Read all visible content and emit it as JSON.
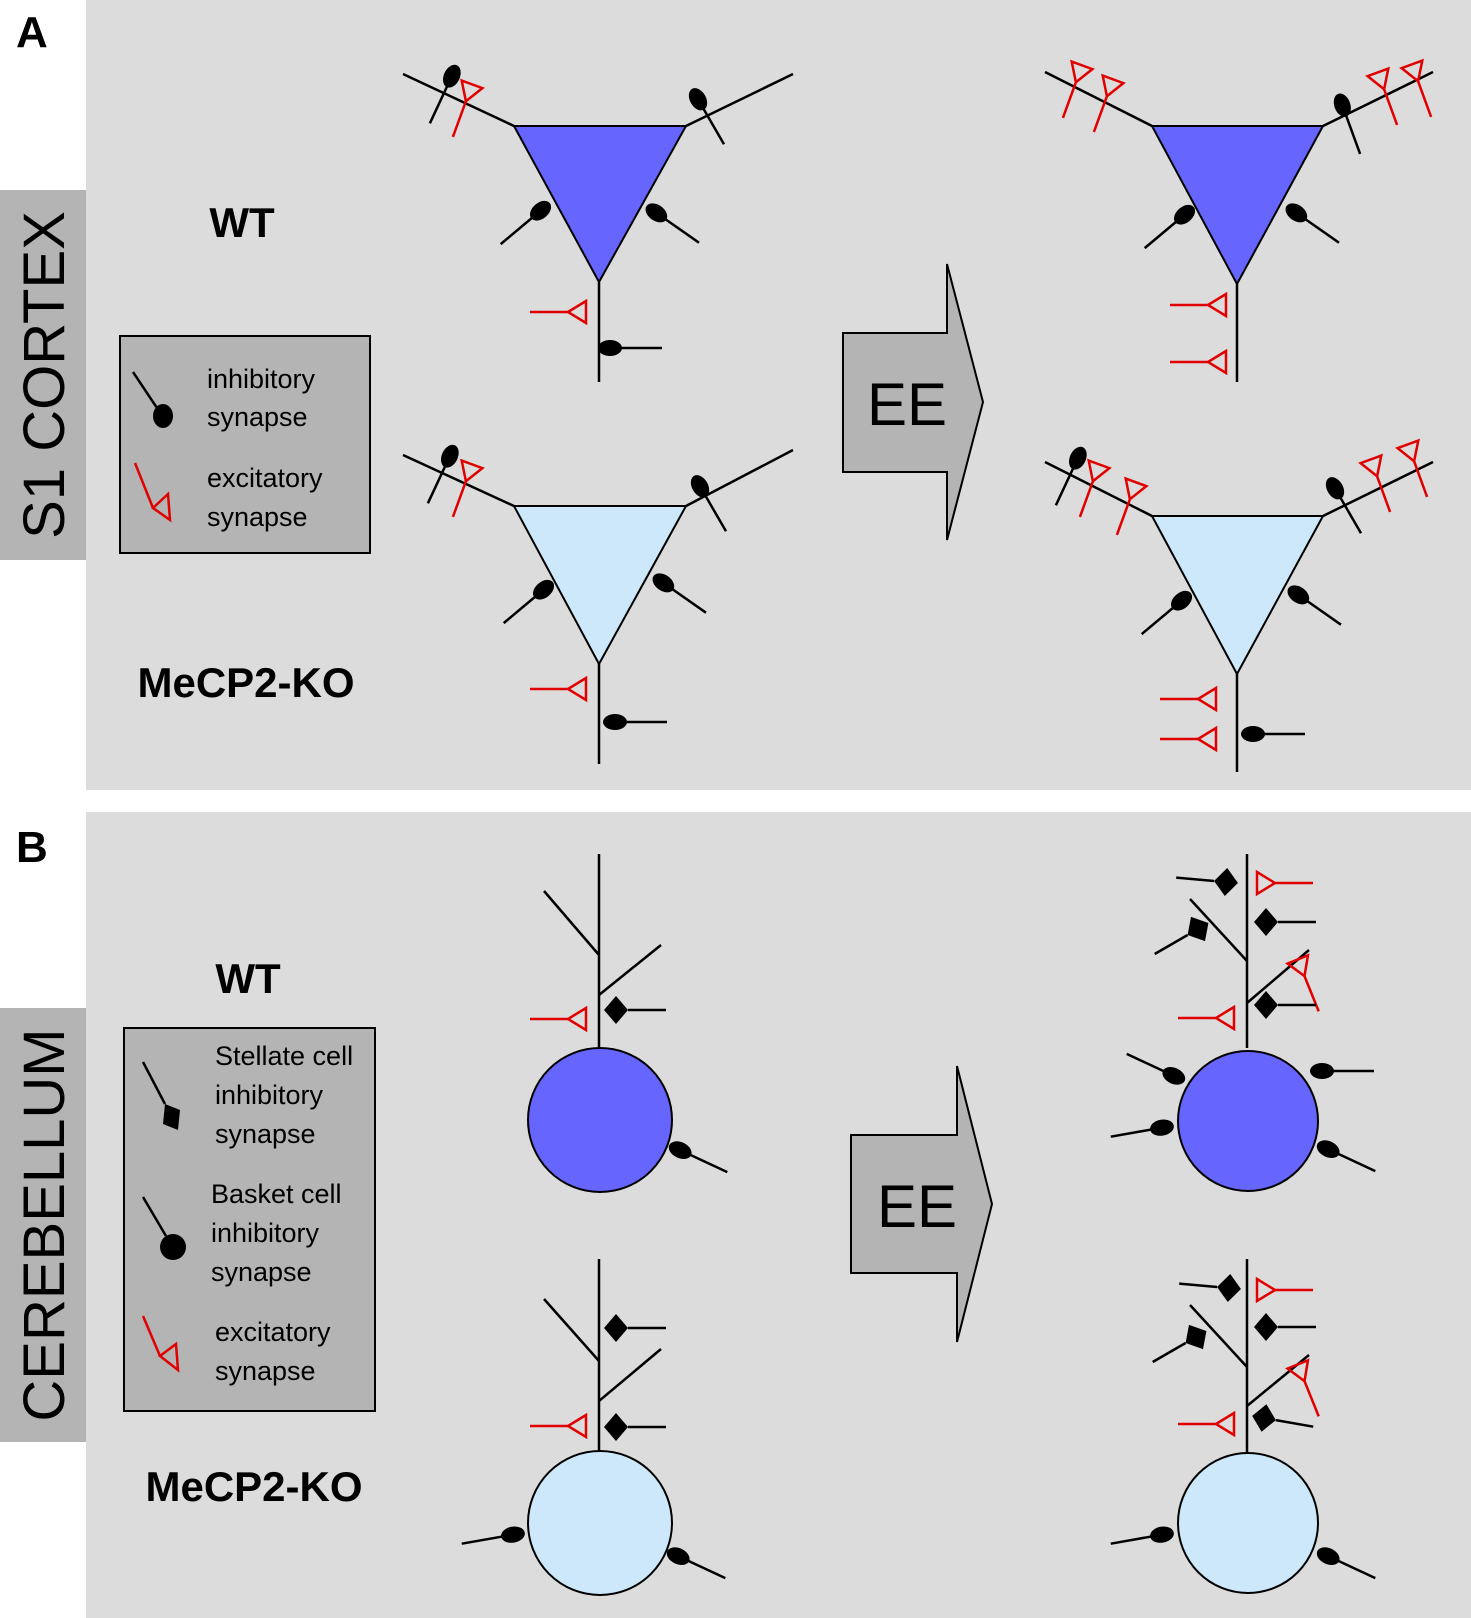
{
  "panels": {
    "a": {
      "letter": "A",
      "section_label": "S1 CORTEX",
      "wt_label": "WT",
      "ko_label": "MeCP2-KO",
      "arrow_label": "EE",
      "legend": {
        "inhibitory_line1": "inhibitory",
        "inhibitory_line2": "synapse",
        "excitatory_line1": "excitatory",
        "excitatory_line2": "synapse"
      }
    },
    "b": {
      "letter": "B",
      "section_label": "CEREBELLUM",
      "wt_label": "WT",
      "ko_label": "MeCP2-KO",
      "arrow_label": "EE",
      "legend": {
        "stellate_line1": "Stellate cell",
        "stellate_line2": "inhibitory",
        "stellate_line3": "synapse",
        "basket_line1": "Basket cell",
        "basket_line2": "inhibitory",
        "basket_line3": "synapse",
        "excitatory_line1": "excitatory",
        "excitatory_line2": "synapse"
      }
    }
  },
  "colors": {
    "panel_background": "#dcdcdc",
    "section_tab": "#b4b4b4",
    "legend_box": "#b4b4b4",
    "arrow_fill": "#b4b4b4",
    "wt_cell": "#6666ff",
    "ko_cell": "#cce8fa",
    "excitatory": "#e00000",
    "inhibitory": "#000000"
  }
}
